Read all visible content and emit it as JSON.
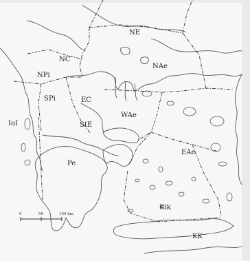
{
  "map": {
    "regions": [
      {
        "id": "NE",
        "label": "NE"
      },
      {
        "id": "NC",
        "label": "NC"
      },
      {
        "id": "NAe",
        "label": "NAe"
      },
      {
        "id": "NPi",
        "label": "NPi"
      },
      {
        "id": "SPi",
        "label": "SPi"
      },
      {
        "id": "EC",
        "label": "EC"
      },
      {
        "id": "WAe",
        "label": "WAe"
      },
      {
        "id": "IoI",
        "label": "IoI"
      },
      {
        "id": "StE",
        "label": "StE"
      },
      {
        "id": "EAe",
        "label": "EAe"
      },
      {
        "id": "Pe",
        "label": "Pe"
      },
      {
        "id": "Kik",
        "label": "Kik"
      },
      {
        "id": "KK",
        "label": "KK"
      }
    ],
    "scale_bar": {
      "ticks": [
        "0",
        "50",
        "100 km"
      ]
    },
    "colors": {
      "background": "#f7f7f5",
      "line": "#555555",
      "border": "#333333"
    }
  }
}
